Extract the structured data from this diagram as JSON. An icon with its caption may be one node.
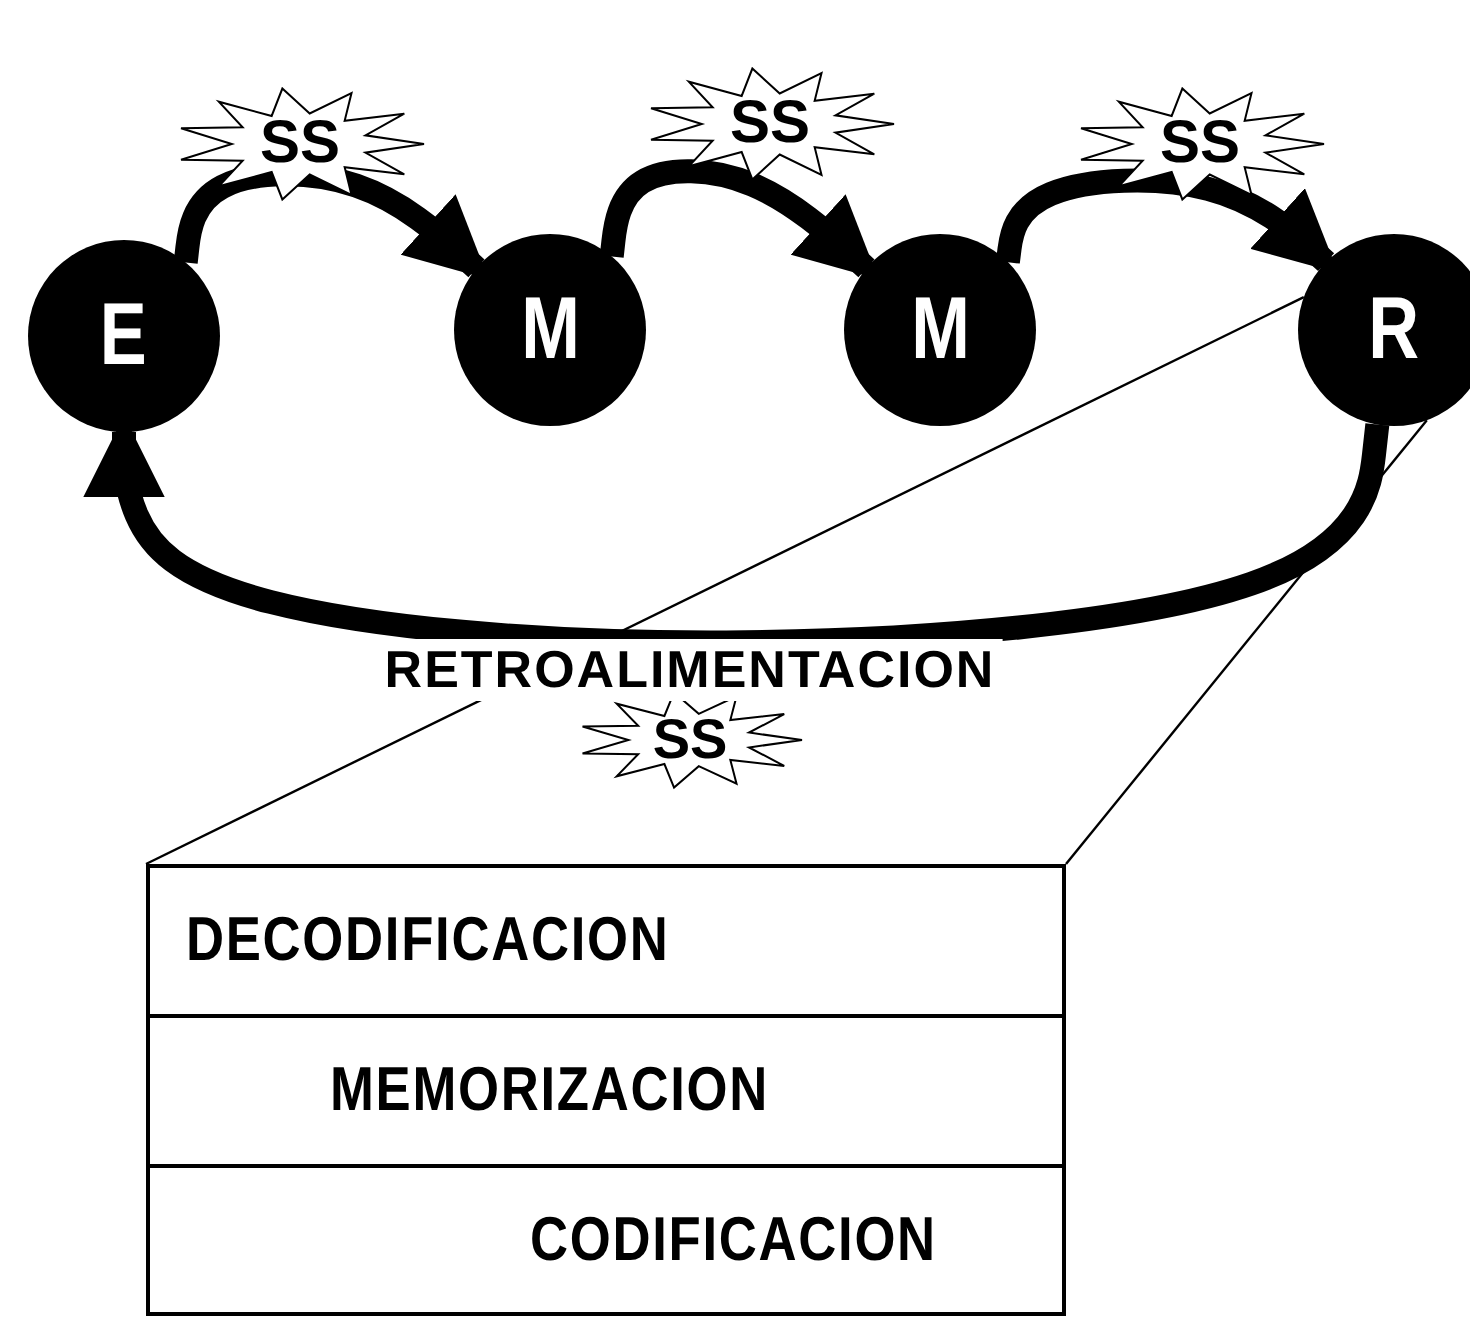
{
  "diagram": {
    "nodes": [
      {
        "text": [
          "E"
        ]
      },
      {
        "text": [
          "M"
        ]
      },
      {
        "text": [
          "M"
        ]
      },
      {
        "text": [
          "R"
        ]
      },
      {
        "text": [],
        "shape": "box"
      },
      {
        "text": [
          "DECODIFICACION"
        ],
        "in": 4
      },
      {
        "text": [
          "MEMORIZACION"
        ],
        "in": 4
      },
      {
        "text": [
          "CODIFICACION"
        ],
        "in": 4
      }
    ],
    "edges": [
      {
        "from": 0,
        "to": 1,
        "arrow": "to",
        "label": "SS"
      },
      {
        "from": 1,
        "to": 2,
        "arrow": "to",
        "label": "SS"
      },
      {
        "from": 2,
        "to": 3,
        "arrow": "to",
        "label": "SS"
      },
      {
        "from": 3,
        "to": 0,
        "arrow": "to",
        "label": "RETROALIMENTACION"
      },
      {
        "from": 3,
        "to": 4,
        "arrow": "none"
      },
      {
        "from": 3,
        "to": 4,
        "arrow": "none"
      }
    ],
    "labels": [
      "SS"
    ]
  }
}
